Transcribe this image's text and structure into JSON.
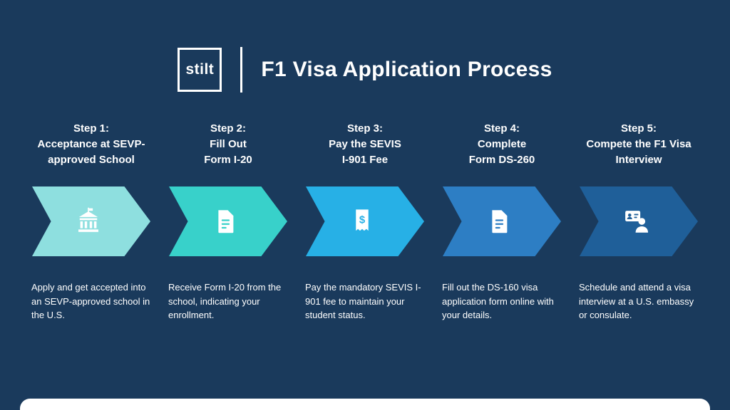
{
  "page": {
    "background_color": "#1a3a5c"
  },
  "header": {
    "logo_text": "stilt",
    "title": "F1 Visa Application Process"
  },
  "steps": [
    {
      "title_lines": [
        "Step 1:",
        "Acceptance at SEVP-",
        "approved School"
      ],
      "icon": "school-icon",
      "arrow_color": "#8edfdf",
      "description": "Apply and get accepted into an SEVP-approved school in the U.S."
    },
    {
      "title_lines": [
        "Step 2:",
        "Fill Out",
        "Form I-20"
      ],
      "icon": "document-icon",
      "arrow_color": "#38d1ca",
      "description": "Receive Form I-20 from the school, indicating your enrollment."
    },
    {
      "title_lines": [
        "Step 3:",
        "Pay the SEVIS",
        "I-901 Fee"
      ],
      "icon": "receipt-dollar-icon",
      "arrow_color": "#27b0e6",
      "description": "Pay the mandatory SEVIS I-901 fee to maintain your student status."
    },
    {
      "title_lines": [
        "Step 4:",
        "Complete",
        "Form DS-260"
      ],
      "icon": "document-icon",
      "arrow_color": "#2d7ec4",
      "description": "Fill out the DS-160 visa application form online with your details."
    },
    {
      "title_lines": [
        "Step 5:",
        "Compete the F1 Visa",
        "Interview"
      ],
      "icon": "interview-icon",
      "arrow_color": "#1f5f99",
      "description": "Schedule and attend a visa interview at a U.S. embassy or consulate."
    }
  ]
}
